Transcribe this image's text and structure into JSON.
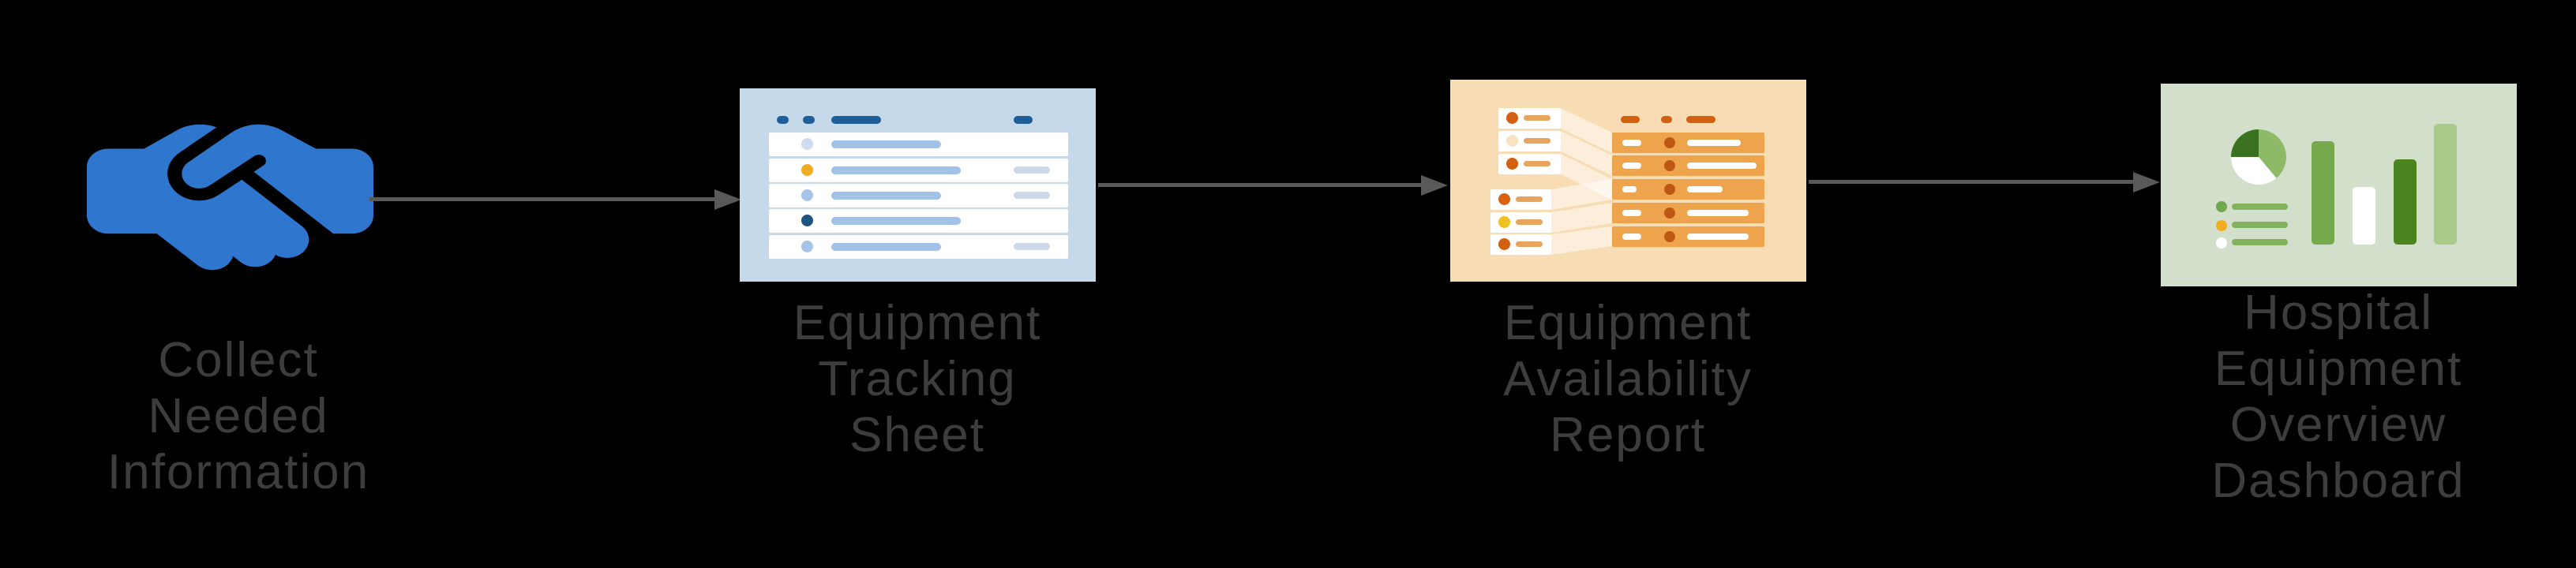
{
  "diagram": {
    "background_color": "#000000",
    "label_text_color": "#3D3D3D",
    "connector_color": "#595959",
    "stages": [
      {
        "name": "collect-needed-information",
        "icon": "handshake-icon",
        "label_lines": [
          "Collect",
          "Needed",
          "Information"
        ],
        "palette": {
          "icon_blue": "#2E76CE"
        }
      },
      {
        "name": "equipment-tracking-sheet",
        "icon": "spreadsheet-icon",
        "label_lines": [
          "Equipment",
          "Tracking",
          "Sheet"
        ],
        "palette": {
          "card_bg": "#C6D9EA",
          "header": "#1E5E99",
          "row_bg": "#FFFFFF",
          "row_bar": "#A2C1E6",
          "row_end_bar": "#CDD9E8",
          "dot_pale": "#CFDCF0",
          "dot_yellow": "#F0AD21",
          "dot_mid_blue": "#A6C4E8",
          "dot_navy": "#1F5480"
        }
      },
      {
        "name": "equipment-availability-report",
        "icon": "mapping-table-icon",
        "label_lines": [
          "Equipment",
          "Availability",
          "Report"
        ],
        "palette": {
          "card_bg": "#F8DCB4",
          "table_row_bg": "#EDA44C",
          "accent_dark_orange": "#D35F11",
          "left_row_bar": "#E8A35C",
          "table_dot": "#BF5714",
          "dot_cream": "#F6E3C3",
          "dot_yellow": "#F0C11E",
          "beam": "rgba(255,255,255,0.5)"
        }
      },
      {
        "name": "hospital-equipment-overview-dashboard",
        "icon": "dashboard-charts-icon",
        "label_lines": [
          "Hospital",
          "Equipment",
          "Overview",
          "Dashboard"
        ],
        "palette": {
          "card_bg": "#D2DFCA",
          "pie_dark_green": "#3A7220",
          "pie_mid_green": "#8EBA68",
          "pie_white": "#FFFFFF",
          "list_bar_green": "#82B35C",
          "bullet_green": "#6FA84F",
          "bullet_yellow": "#F0AD21",
          "bullet_white": "#FFFFFF",
          "bar1_green": "#76A84C",
          "bar2_white": "#FFFFFF",
          "bar3_dark_green": "#4A831F",
          "bar4_light_green": "#A9CB8A"
        }
      }
    ]
  }
}
